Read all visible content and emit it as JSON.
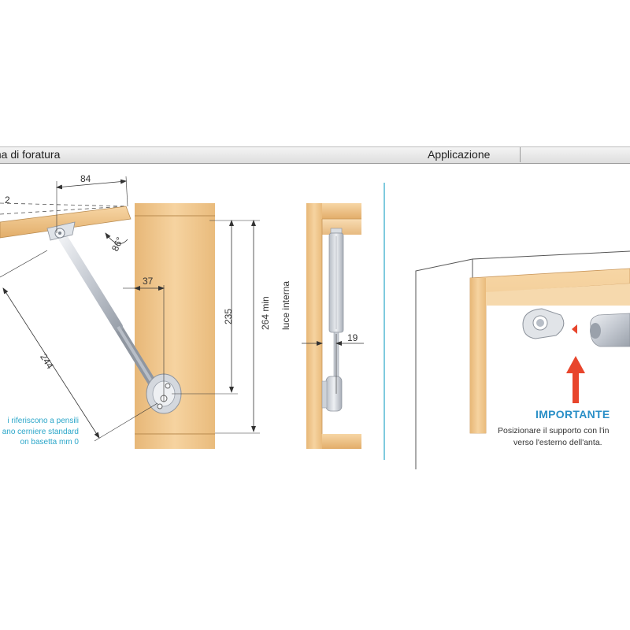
{
  "headers": {
    "left": "ma di foratura",
    "right": "Applicazione"
  },
  "dimensions": {
    "d84": "84",
    "d86": "86°",
    "d37": "37",
    "d244": "244",
    "d235": "235",
    "d264": "264 min",
    "luce": "luce interna",
    "d19": "19"
  },
  "note": {
    "line1": "i riferiscono a pensili",
    "line2": "ano cerniere standard",
    "line3": "on basetta mm 0"
  },
  "important": {
    "title": "IMPORTANTE",
    "line1": "Posizionare il supporto con l'in",
    "line2": "verso l'esterno dell'anta."
  },
  "colors": {
    "wood": "#f2c58b",
    "wood_dark": "#d9a561",
    "accent_blue": "#2aa6c9",
    "arrow_red": "#e8452c",
    "piston": "#c9ced6"
  }
}
